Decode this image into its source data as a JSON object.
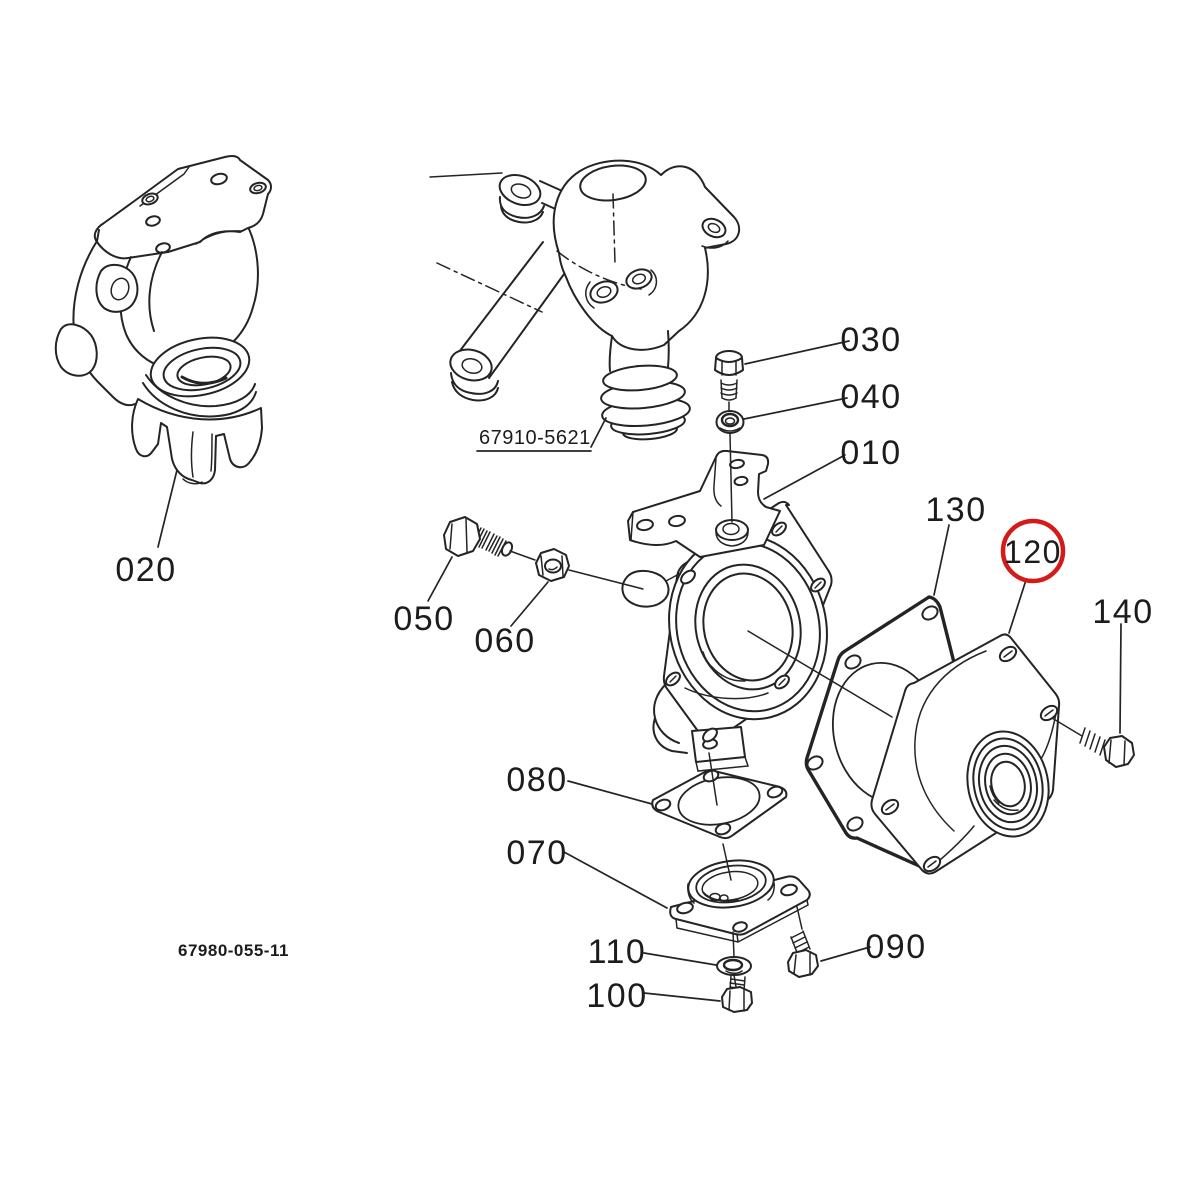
{
  "diagram": {
    "type": "exploded-parts-diagram",
    "background_color": "#ffffff",
    "line_color": "#242424",
    "highlight_color": "#d51a1a",
    "drawing_number": "67980-055-11",
    "reference_assembly": "67910-5621",
    "highlighted_callout": "120",
    "callouts": [
      {
        "label": "010"
      },
      {
        "label": "020"
      },
      {
        "label": "030"
      },
      {
        "label": "040"
      },
      {
        "label": "050"
      },
      {
        "label": "060"
      },
      {
        "label": "070"
      },
      {
        "label": "080"
      },
      {
        "label": "090"
      },
      {
        "label": "100"
      },
      {
        "label": "110"
      },
      {
        "label": "120"
      },
      {
        "label": "130"
      },
      {
        "label": "140"
      }
    ]
  }
}
